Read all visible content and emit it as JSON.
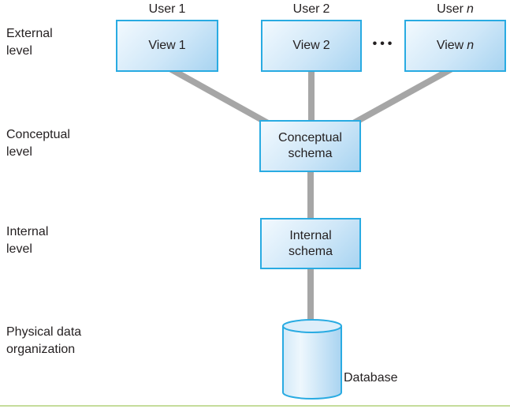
{
  "figure": {
    "levels": [
      {
        "line1": "External",
        "line2": "level"
      },
      {
        "line1": "Conceptual",
        "line2": "level"
      },
      {
        "line1": "Internal",
        "line2": "level"
      },
      {
        "line1": "Physical data",
        "line2": "organization"
      }
    ],
    "users": [
      {
        "prefix": "User",
        "suffix": "1",
        "suffix_italic": false
      },
      {
        "prefix": "User",
        "suffix": "2",
        "suffix_italic": false
      },
      {
        "prefix": "User",
        "suffix": "n",
        "suffix_italic": true
      }
    ],
    "views": [
      {
        "prefix": "View",
        "suffix": "1",
        "suffix_italic": false
      },
      {
        "prefix": "View",
        "suffix": "2",
        "suffix_italic": false
      },
      {
        "prefix": "View",
        "suffix": "n",
        "suffix_italic": true
      }
    ],
    "ellipsis": "•••",
    "conceptual_schema": {
      "line1": "Conceptual",
      "line2": "schema"
    },
    "internal_schema": {
      "line1": "Internal",
      "line2": "schema"
    },
    "database_label": "Database"
  },
  "colors": {
    "text": "#231f20",
    "box_border": "#29abe2",
    "box_fill_light": "#f2f9fe",
    "box_fill_dark": "#a8d4f1",
    "connector": "#a6a6a6",
    "cyl_edge": "#d2e9f8",
    "cyl_mid": "#eef7fd",
    "cyl_dark": "#a9d4f1",
    "cyl_top": "#ddeefa",
    "bottom_rule": "#c5dc9b"
  }
}
